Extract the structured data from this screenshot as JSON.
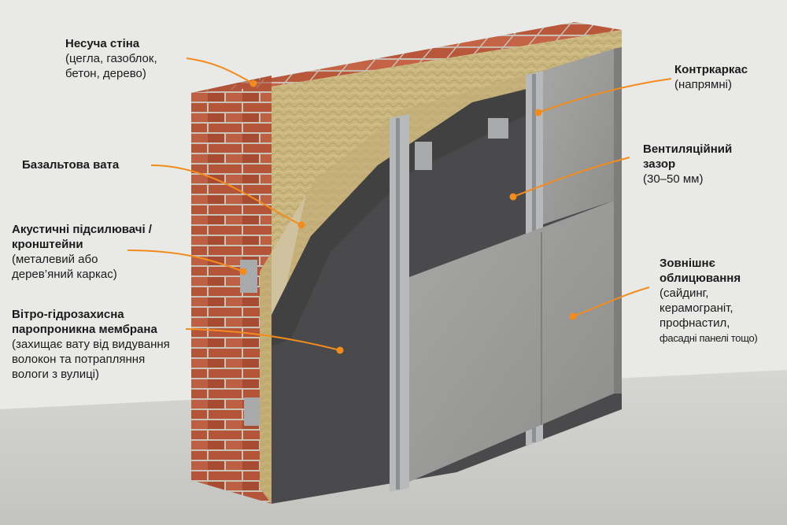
{
  "colors": {
    "accent": "#f28c1e",
    "brick": "#b4553a",
    "wool": "#c9b57e",
    "membrane": "#4a4a4c",
    "panel": "#9a9a98",
    "rail": "#b8b9ba"
  },
  "labels": {
    "wall": {
      "title": "Несуча стіна",
      "sub1": "(цегла, газоблок,",
      "sub2": "бетон, дерево)"
    },
    "insulation": {
      "title": "Базальтова вата"
    },
    "brackets": {
      "title1": "Акустичні підсилювачі /",
      "title2": "кронштейни",
      "sub1": "(металевий або",
      "sub2": "дерев’яний каркас)"
    },
    "membrane": {
      "title1": "Вітро-гідрозахисна",
      "title2": "паропроникна мембрана",
      "sub1": "(захищає вату від видування",
      "sub2": "волокон та потрапляння",
      "sub3": "вологи з вулиці)"
    },
    "counterframe": {
      "title": "Контркаркас",
      "sub1": "(напрямні)"
    },
    "ventgap": {
      "title1": "Вентиляційний",
      "title2": "зазор",
      "sub1": "(30–50 мм)"
    },
    "cladding": {
      "title1": "Зовнішнє",
      "title2": "облицювання",
      "sub1": "(сайдинг,",
      "sub2": "керамограніт,",
      "sub3": "профнастил,",
      "sub4": "фасадні панелі тощо)"
    }
  }
}
